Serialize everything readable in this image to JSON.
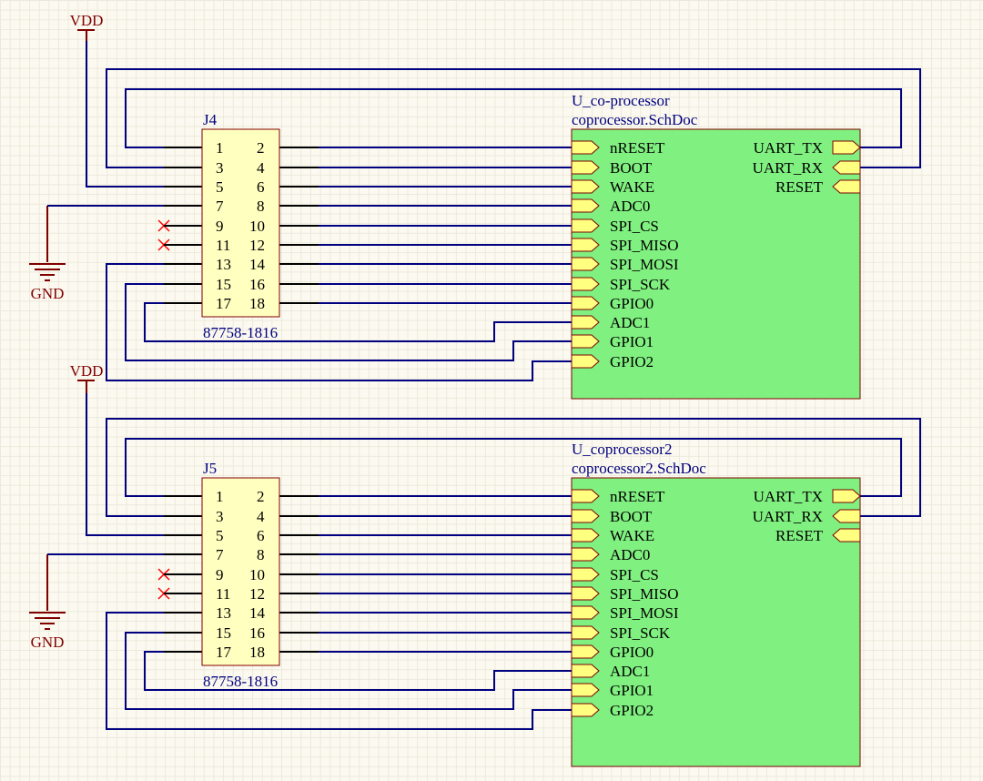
{
  "colors": {
    "background": "#fcfaf0",
    "wire": "#000080",
    "power": "#800000",
    "connector_fill": "#ffffc0",
    "connector_border": "#800000",
    "sheet_fill": "#80f080",
    "sheet_border": "#800000",
    "port_fill": "#ffff80",
    "no_connect": "#ff0000"
  },
  "power": {
    "vdd": "VDD",
    "gnd": "GND"
  },
  "blocks": [
    {
      "connector": {
        "designator": "J4",
        "part": "87758-1816",
        "pins": [
          [
            "1",
            "2"
          ],
          [
            "3",
            "4"
          ],
          [
            "5",
            "6"
          ],
          [
            "7",
            "8"
          ],
          [
            "9",
            "10"
          ],
          [
            "11",
            "12"
          ],
          [
            "13",
            "14"
          ],
          [
            "15",
            "16"
          ],
          [
            "17",
            "18"
          ]
        ]
      },
      "sheet": {
        "designator": "U_co-processor",
        "file": "coprocessor.SchDoc",
        "left_ports": [
          "nRESET",
          "BOOT",
          "WAKE",
          "ADC0",
          "SPI_CS",
          "SPI_MISO",
          "SPI_MOSI",
          "SPI_SCK",
          "GPIO0",
          "ADC1",
          "GPIO1",
          "GPIO2"
        ],
        "right_ports": [
          "UART_TX",
          "UART_RX",
          "RESET"
        ]
      }
    },
    {
      "connector": {
        "designator": "J5",
        "part": "87758-1816",
        "pins": [
          [
            "1",
            "2"
          ],
          [
            "3",
            "4"
          ],
          [
            "5",
            "6"
          ],
          [
            "7",
            "8"
          ],
          [
            "9",
            "10"
          ],
          [
            "11",
            "12"
          ],
          [
            "13",
            "14"
          ],
          [
            "15",
            "16"
          ],
          [
            "17",
            "18"
          ]
        ]
      },
      "sheet": {
        "designator": "U_coprocessor2",
        "file": "coprocessor2.SchDoc",
        "left_ports": [
          "nRESET",
          "BOOT",
          "WAKE",
          "ADC0",
          "SPI_CS",
          "SPI_MISO",
          "SPI_MOSI",
          "SPI_SCK",
          "GPIO0",
          "ADC1",
          "GPIO1",
          "GPIO2"
        ],
        "right_ports": [
          "UART_TX",
          "UART_RX",
          "RESET"
        ]
      }
    }
  ]
}
